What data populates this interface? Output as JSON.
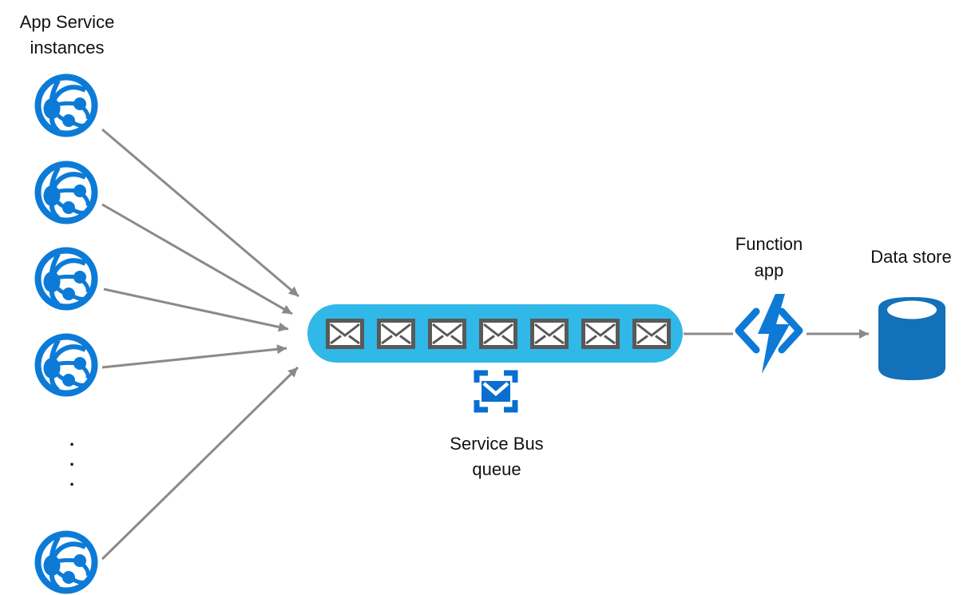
{
  "app_service": {
    "label": "App Service\ninstances",
    "instance_count": 5,
    "ellipsis": ".\n.\n.",
    "icon": "app-service-globe-icon"
  },
  "queue": {
    "label": "Service Bus\nqueue",
    "message_count": 7,
    "message_icon": "envelope-icon",
    "badge_icon": "service-bus-envelope-icon"
  },
  "function_app": {
    "label": "Function\napp",
    "icon": "code-lightning-bolt-icon"
  },
  "data_store": {
    "label": "Data store",
    "icon": "database-cylinder-icon"
  },
  "colors": {
    "app_blue": "#0c7bd8",
    "function_blue": "#0d7ad7",
    "service_bus_blue": "#0a6ed0",
    "data_store_blue": "#1271b8",
    "queue_cyan": "#30b8e8",
    "arrow_gray": "#8a8a8a",
    "envelope_border": "#595959",
    "text_color": "#111111"
  }
}
